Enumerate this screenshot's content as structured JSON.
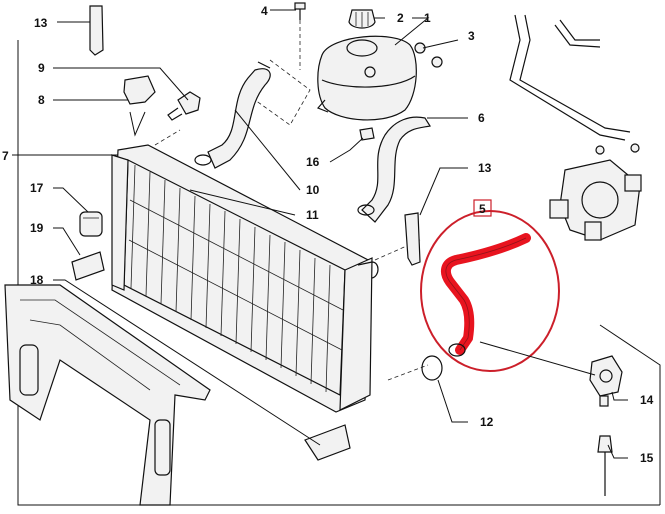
{
  "diagram": {
    "callouts": {
      "c1": "1",
      "c2": "2",
      "c3": "3",
      "c4": "4",
      "c5": "5",
      "c6": "6",
      "c7": "7",
      "c8": "8",
      "c9": "9",
      "c10": "10",
      "c11": "11",
      "c12": "12",
      "c13_top": "13",
      "c13_mid": "13",
      "c14": "14",
      "c15": "15",
      "c16": "16",
      "c17": "17",
      "c18": "18",
      "c19": "19"
    },
    "highlight": {
      "circle_color": "#cc1f2a",
      "hose_color": "#e8141f",
      "label_box_color": "#cc1f2a"
    }
  }
}
